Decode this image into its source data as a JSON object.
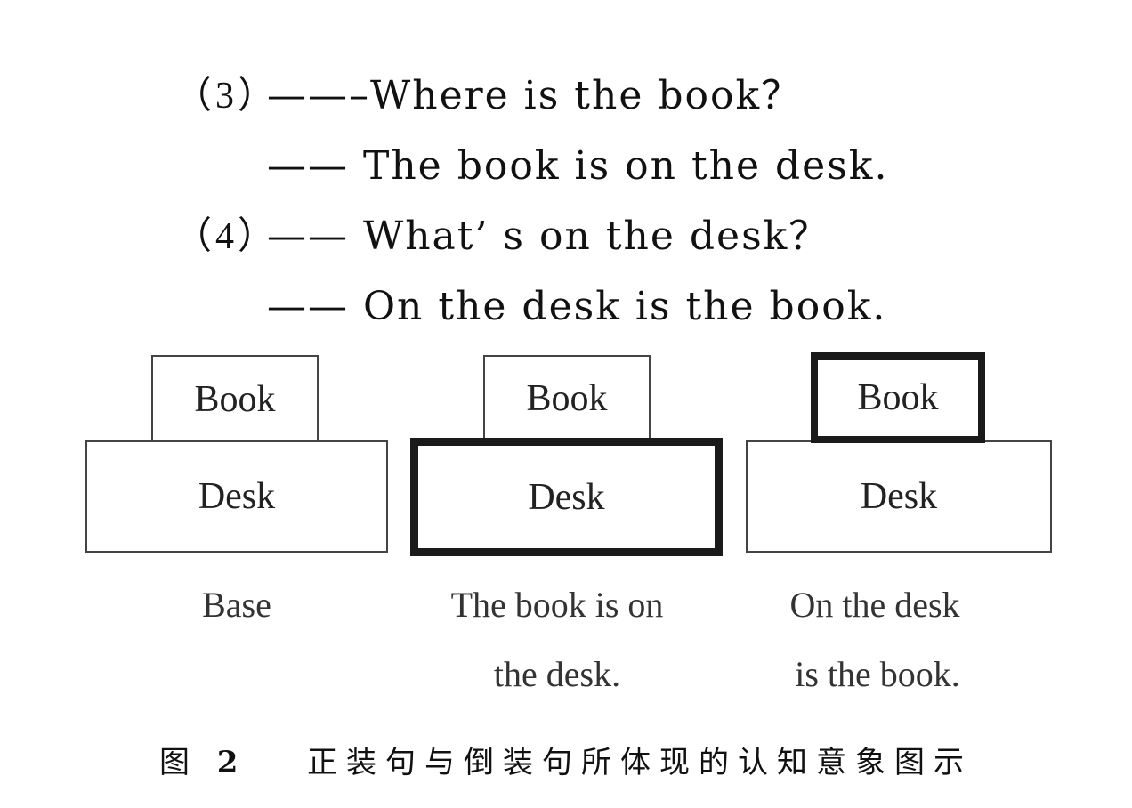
{
  "examples": [
    {
      "number": "（3）",
      "line1": "——–Where is the book？",
      "line2": "—— The book is on the desk."
    },
    {
      "number": "（4）",
      "line1": "—— What’ s on the desk？",
      "line2": "—— On the desk is the book."
    }
  ],
  "panels": [
    {
      "book": "Book",
      "desk": "Desk",
      "caption_line1": "Base",
      "caption_line2": "",
      "highlight": "none"
    },
    {
      "book": "Book",
      "desk": "Desk",
      "caption_line1": "The book is on",
      "caption_line2": "the desk.",
      "highlight": "desk"
    },
    {
      "book": "Book",
      "desk": "Desk",
      "caption_line1": "On the desk",
      "caption_line2": "is the book.",
      "highlight": "book"
    }
  ],
  "figure_caption": {
    "label": "图",
    "number": "2",
    "text": "正装句与倒装句所体现的认知意象图示"
  }
}
